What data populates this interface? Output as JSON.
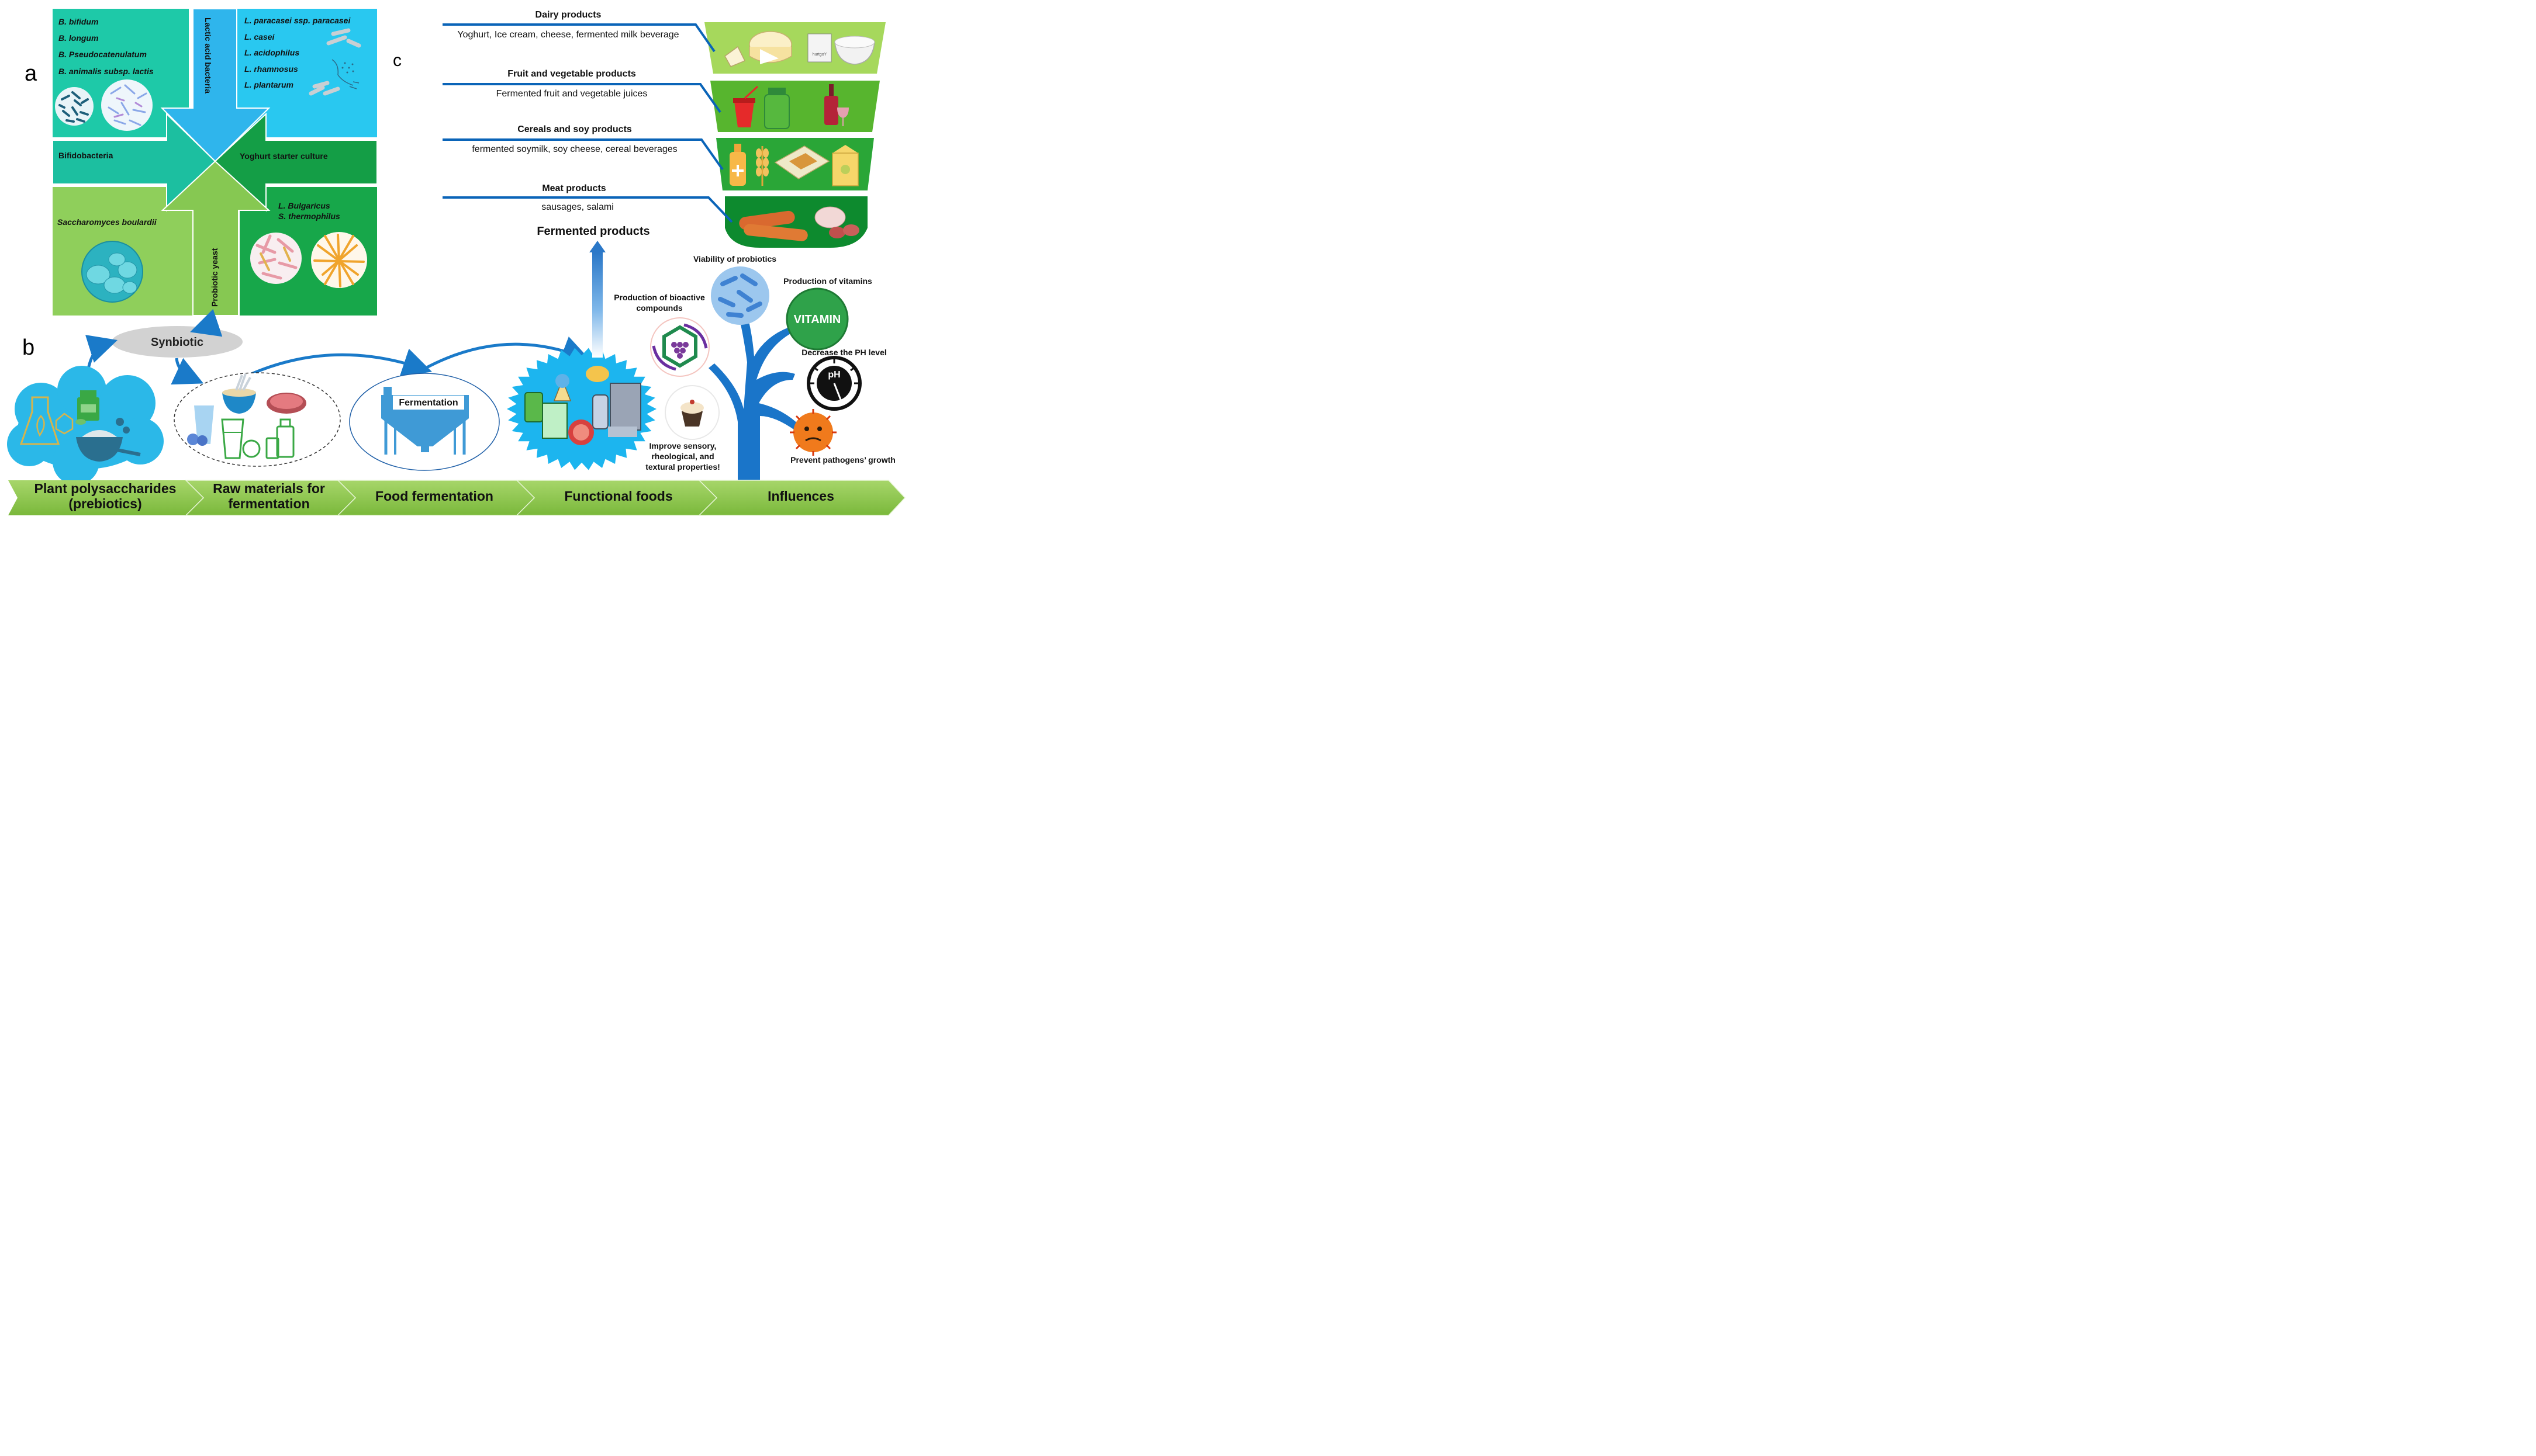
{
  "panel_labels": {
    "a": "a",
    "b": "b",
    "c": "c"
  },
  "panel_a": {
    "bifido_species": [
      "B. bifidum",
      "B. longum",
      "B. Pseudocatenulatum",
      "B. animalis subsp. lactis"
    ],
    "lab_species": [
      "L. paracasei ssp. paracasei",
      "L. casei",
      "L. acidophilus",
      "L. rhamnosus",
      "L. plantarum"
    ],
    "yeast_species": "Saccharomyces boulardii",
    "starter_species": [
      "L. Bulgaricus",
      "S. thermophilus"
    ],
    "arrow_lab": "Lactic acid bacteria",
    "arrow_bifido": "Bifidobacteria",
    "arrow_yoghurt": "Yoghurt starter culture",
    "arrow_yeast": "Probiotic yeast",
    "micro_text": "hurtgoY"
  },
  "panel_b": {
    "synbiotic": "Synbiotic",
    "fermentation_tank": "Fermentation",
    "stages": [
      "Plant polysaccharides (prebiotics)",
      "Raw materials for fermentation",
      "Food fermentation",
      "Functional foods",
      "Influences"
    ],
    "stage_lines": [
      [
        "Plant polysaccharides",
        "(prebiotics)"
      ],
      [
        "Raw materials for",
        "fermentation"
      ],
      [
        "Food fermentation"
      ],
      [
        "Functional foods"
      ],
      [
        "Influences"
      ]
    ],
    "influences": {
      "viability": "Viability of probiotics",
      "vitamins": "Production of vitamins",
      "vitamin_badge": "VITAMIN",
      "bioactive_lines": [
        "Production of bioactive",
        "compounds"
      ],
      "ph_level": "Decrease the PH level",
      "ph_badge": "pH",
      "sensory_lines": [
        "Improve sensory,",
        "rheological, and",
        "textural properties!"
      ],
      "pathogens": "Prevent pathogens’ growth"
    }
  },
  "panel_c": {
    "title": "Fermented products",
    "products": [
      {
        "category": "Dairy products",
        "items": "Yoghurt, Ice cream, cheese, fermented milk  beverage"
      },
      {
        "category": "Fruit and vegetable products",
        "items": "Fermented fruit and vegetable juices"
      },
      {
        "category": "Cereals and soy products",
        "items": "fermented soymilk, soy cheese, cereal beverages"
      },
      {
        "category": "Meat products",
        "items": "sausages, salami"
      }
    ]
  },
  "colors": {
    "teal": "#1ec9a8",
    "sky": "#29c8f0",
    "lightgreen": "#8fcf5b",
    "green": "#17a74a",
    "arrow_blue": "#2f9ee0",
    "line_blue": "#0a64b8",
    "stage_bar": "#8cc63f",
    "tree": "#1a75c9"
  }
}
